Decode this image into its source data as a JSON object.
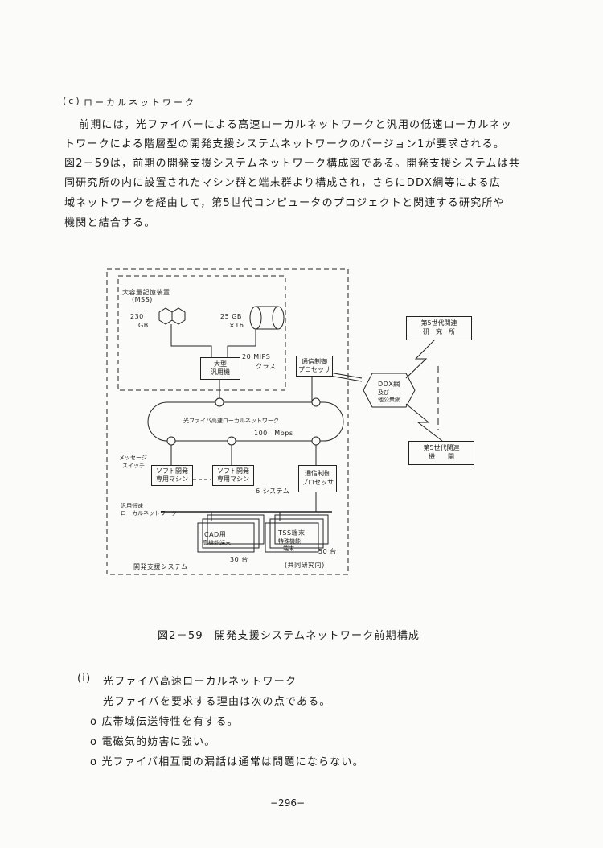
{
  "section": {
    "marker": "(c)",
    "title": "ローカルネットワーク"
  },
  "paragraph_lines": [
    "前期には，光ファイバーによる高速ローカルネットワークと汎用の低速ローカルネッ",
    "トワークによる階層型の開発支援システムネットワークのバージョン1が要求される。",
    "図2－59は，前期の開発支援システムネットワーク構成図である。開発支援システムは共",
    "同研究所の内に設置されたマシン群と端末群より構成され，さらにDDX網等による広",
    "域ネットワークを経由して，第5世代コンピュータのプロジェクトと関連する研究所や",
    "機関と結合する。"
  ],
  "diagram": {
    "mss_label_1": "大容量記憶装置",
    "mss_label_2": "(MSS)",
    "cap_230": "230",
    "cap_gb": "GB",
    "cap_25gb": "25 GB",
    "cap_x16": "×16",
    "mainframe_1": "大型",
    "mainframe_2": "汎用機",
    "mips_1": "20 MIPS",
    "mips_2": "クラス",
    "comm_proc_top_1": "通信制御",
    "comm_proc_top_2": "プロセッサ",
    "ring_label": "光ファイバ高速ローカルネットワーク",
    "ring_speed": "100　Mbps",
    "message_switch_1": "メッセージ",
    "message_switch_2": "スイッチ",
    "soft_dev1_1": "ソフト開発",
    "soft_dev1_2": "専用マシン",
    "soft_dev2_1": "ソフト開発",
    "soft_dev2_2": "専用マシン",
    "six_systems": "6 システム",
    "comm_proc_bottom_1": "通信制御",
    "comm_proc_bottom_2": "プロセッサ",
    "lowspeed_1": "汎用低速",
    "lowspeed_2": "ローカルネットワーク",
    "cad_1": "CAD用",
    "cad_2": "高機能端末",
    "cad_count": "30 台",
    "tss_1": "TSS端末",
    "tss_2": "特殊機能",
    "tss_3": "端末",
    "tss_count": "50 台",
    "joint_lab": "(共同研究内)",
    "system_label": "開発支援システム",
    "ddx_1": "DDX網",
    "ddx_2": "及び",
    "ddx_3": "他公衆網",
    "gen5_lab_1": "第5世代関連",
    "gen5_lab_2": "研　究　所",
    "gen5_org_1": "第5世代関連",
    "gen5_org_2": "機　　関"
  },
  "figure_caption": "図2－59　開発支援システムネットワーク前期構成",
  "subsection": {
    "marker": "(i)",
    "title": "光ファイバ高速ローカルネットワーク",
    "intro": "光ファイバを要求する理由は次の点である。",
    "bullets": [
      "o 広帯域伝送特性を有する。",
      "o 電磁気的妨害に強い。",
      "o 光ファイバ相互間の漏話は通常は問題にならない。"
    ]
  },
  "page_number": "−296−"
}
